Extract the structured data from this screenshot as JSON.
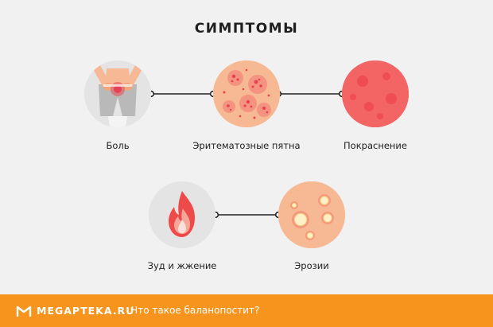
{
  "title": "СИМПТОМЫ",
  "symptoms": [
    {
      "label": "Боль",
      "icon": "pain-icon"
    },
    {
      "label": "Эритематозные пятна",
      "icon": "erythematous-spots-icon"
    },
    {
      "label": "Покраснение",
      "icon": "redness-icon"
    },
    {
      "label": "Зуд и жжение",
      "icon": "fire-icon"
    },
    {
      "label": "Эрозии",
      "icon": "erosions-icon"
    }
  ],
  "footer": {
    "brand": "MEGAPTEKA.RU",
    "tagline": "Что такое баланопостит?",
    "logo_icon": "megapteka-logo-icon"
  },
  "colors": {
    "background": "#f1f1f1",
    "footer": "#f7941d",
    "connector": "#222222",
    "skin": "#f6b895",
    "red": "#f15a5a"
  }
}
